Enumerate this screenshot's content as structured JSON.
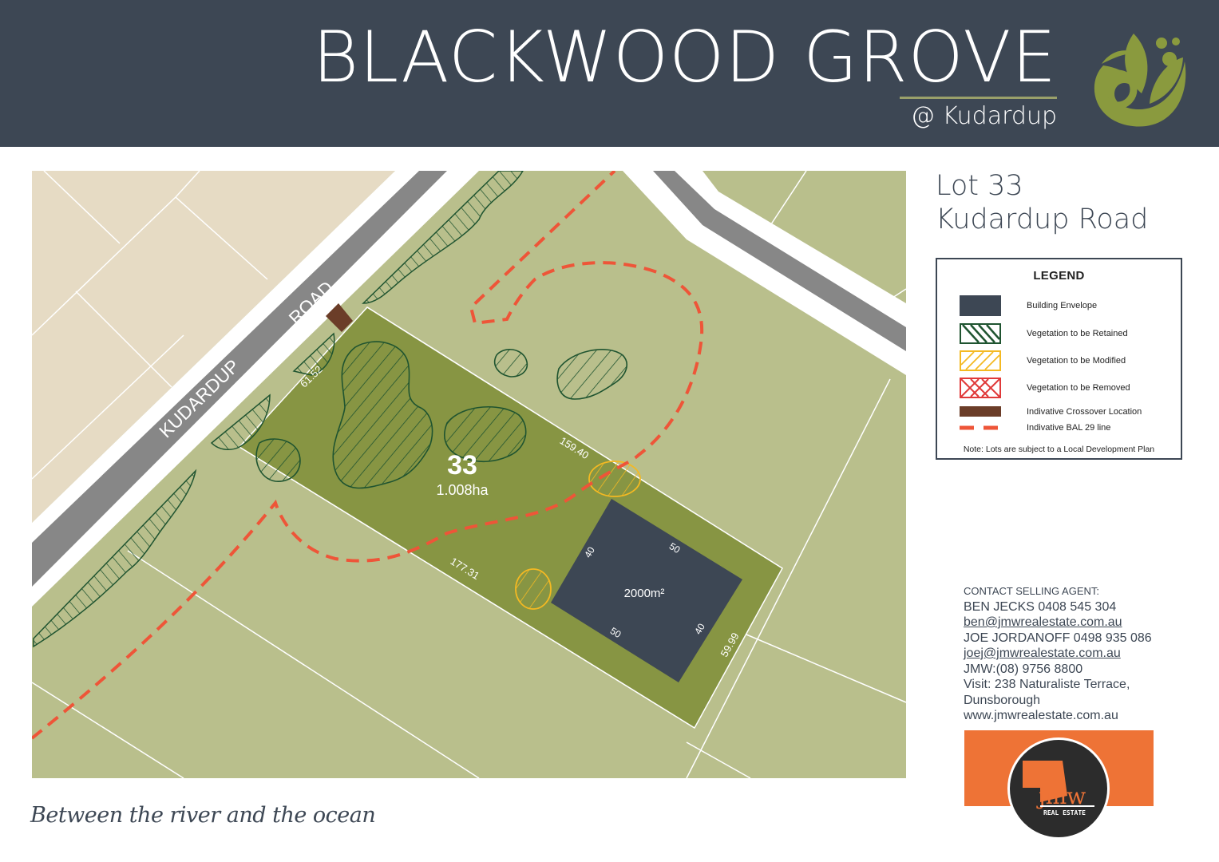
{
  "header": {
    "title": "BLACKWOOD GROVE",
    "subtitle": "@  Kudardup",
    "logo_icon": "leaf-swirl-icon",
    "bg_color": "#3d4754",
    "accent_color": "#8a9a3e"
  },
  "lot_info": {
    "line1": "Lot 33",
    "line2": "Kudardup Road"
  },
  "map": {
    "road_label_1": "KUDARDUP",
    "road_label_2": "ROAD",
    "lot_number": "33",
    "lot_area": "1.008ha",
    "envelope_area": "2000m²",
    "dimensions": {
      "frontage": "61.52",
      "north_side": "159.40",
      "south_side": "177.31",
      "rear": "59.99",
      "envelope_w1": "40",
      "envelope_l1": "50",
      "envelope_l2": "50",
      "envelope_w2": "40"
    },
    "colors": {
      "lot_fill": "#879543",
      "neighbour_fill": "#b9bf8c",
      "urban_fill": "#e6dbc4",
      "road": "#878787",
      "envelope": "#3d4754",
      "bal_line": "#ee5538",
      "veg_retained": "#1f5430",
      "veg_modified": "#f4b922",
      "crossover": "#6b3d28"
    }
  },
  "legend": {
    "title": "LEGEND",
    "items": [
      {
        "label": "Building Envelope",
        "icon": "building-envelope-swatch"
      },
      {
        "label": "Vegetation to be Retained",
        "icon": "vegetation-retained-swatch"
      },
      {
        "label": "Vegetation to be Modified",
        "icon": "vegetation-modified-swatch"
      },
      {
        "label": "Vegetation to be Removed",
        "icon": "vegetation-removed-swatch"
      },
      {
        "label": "Indivative Crossover Location",
        "icon": "crossover-swatch"
      },
      {
        "label": "Indivative BAL 29 line",
        "icon": "bal-line-swatch"
      }
    ],
    "note": "Note: Lots are subject to a Local Development Plan"
  },
  "contact": {
    "heading": "CONTACT SELLING AGENT:",
    "agent1": "BEN JECKS   0408 545 304",
    "agent1_email": "ben@jmwrealestate.com.au",
    "agent2": "JOE JORDANOFF 0498 935 086",
    "agent2_email": "joej@jmwrealestate.com.au",
    "office_phone": "JMW:(08) 9756 8800",
    "address1": "Visit: 238 Naturaliste Terrace,",
    "address2": "Dunsborough",
    "website": "www.jmwrealestate.com.au"
  },
  "agency_logo": {
    "text": "jmw",
    "subtext": "REAL ESTATE",
    "band_color": "#ee7336"
  },
  "tagline": "Between the river and the ocean"
}
